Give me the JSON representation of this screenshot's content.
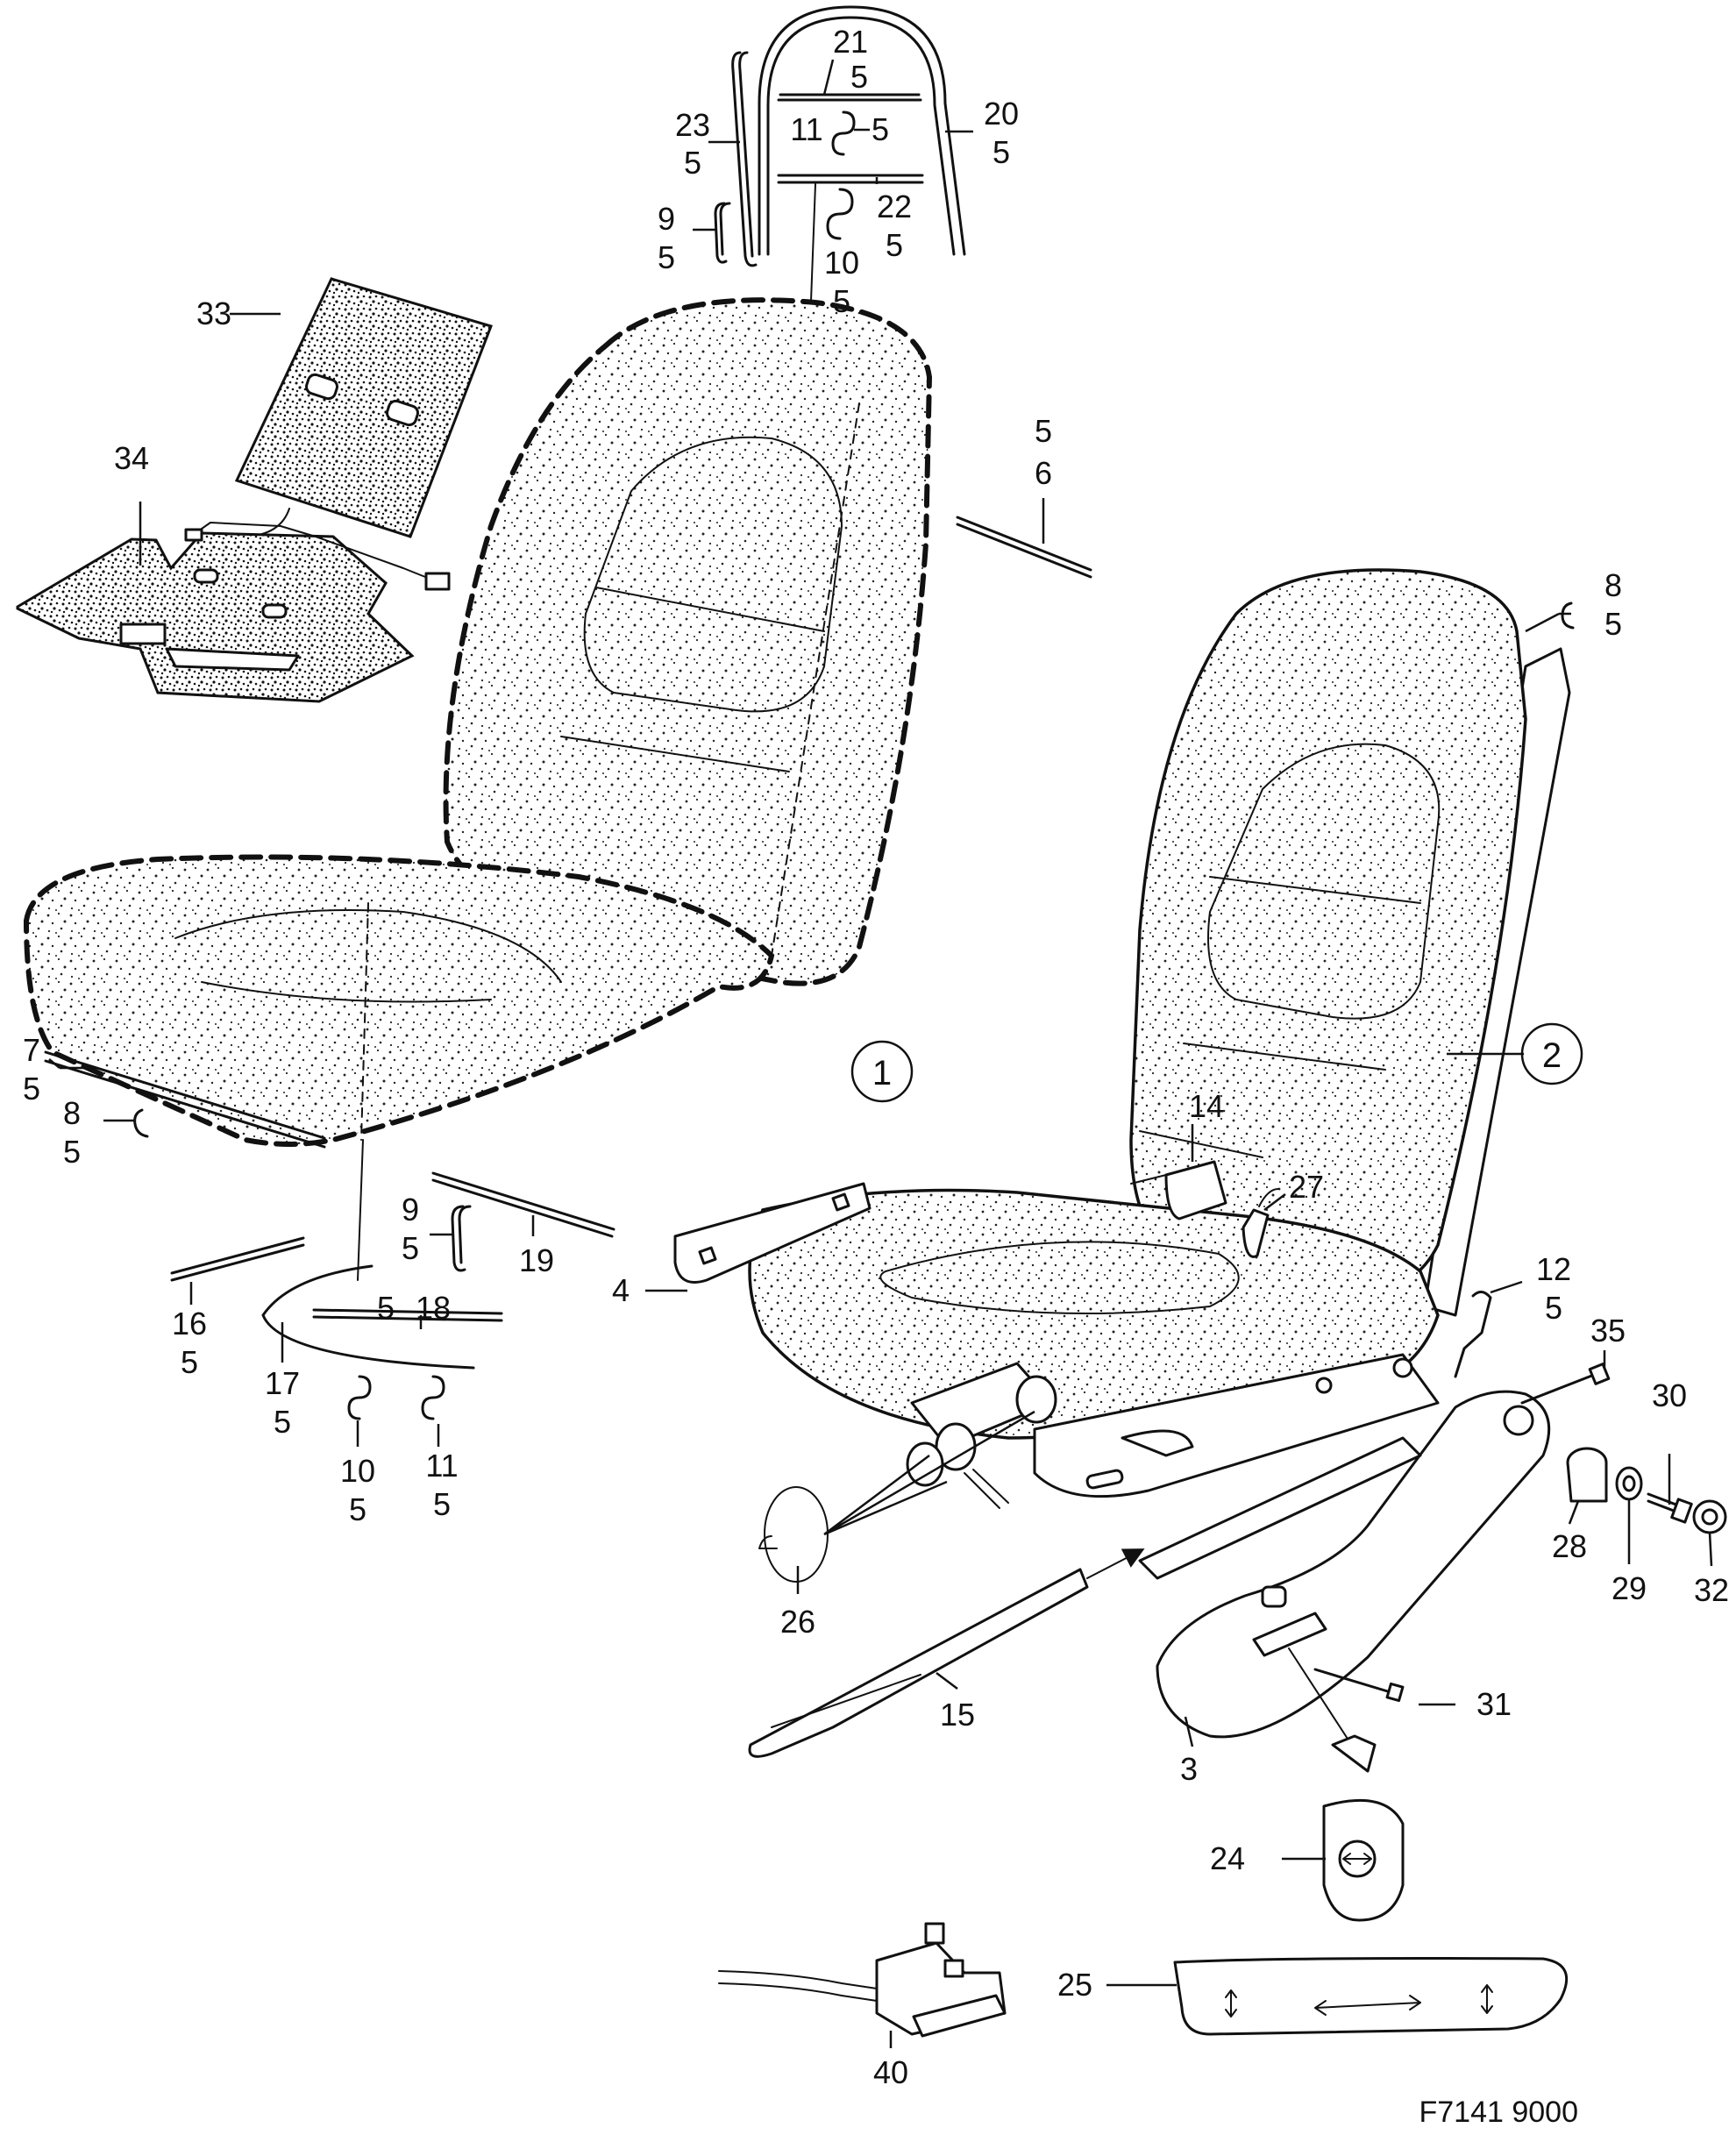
{
  "figure_code": "F7141 9000",
  "assemblies": [
    {
      "id": "assy-1",
      "label": "1"
    },
    {
      "id": "assy-2",
      "label": "2"
    }
  ],
  "callouts": [
    {
      "id": "c21",
      "label": "21"
    },
    {
      "id": "c21q",
      "label": "5"
    },
    {
      "id": "c23",
      "label": "23"
    },
    {
      "id": "c23q",
      "label": "5"
    },
    {
      "id": "c20",
      "label": "20"
    },
    {
      "id": "c20q",
      "label": "5"
    },
    {
      "id": "c11a",
      "label": "11"
    },
    {
      "id": "c11aq",
      "label": "5"
    },
    {
      "id": "c22",
      "label": "22"
    },
    {
      "id": "c22q",
      "label": "5"
    },
    {
      "id": "c9a",
      "label": "9"
    },
    {
      "id": "c9aq",
      "label": "5"
    },
    {
      "id": "c10a",
      "label": "10"
    },
    {
      "id": "c10aq",
      "label": "5"
    },
    {
      "id": "c33",
      "label": "33"
    },
    {
      "id": "c34",
      "label": "34"
    },
    {
      "id": "c5-6",
      "label": "5"
    },
    {
      "id": "c6",
      "label": "6"
    },
    {
      "id": "c8a",
      "label": "8"
    },
    {
      "id": "c8aq",
      "label": "5"
    },
    {
      "id": "c7",
      "label": "7"
    },
    {
      "id": "c7q",
      "label": "5"
    },
    {
      "id": "c8b",
      "label": "8"
    },
    {
      "id": "c8bq",
      "label": "5"
    },
    {
      "id": "c9b",
      "label": "9"
    },
    {
      "id": "c9bq",
      "label": "5"
    },
    {
      "id": "c19",
      "label": "19"
    },
    {
      "id": "c16",
      "label": "16"
    },
    {
      "id": "c16q",
      "label": "5"
    },
    {
      "id": "c18q",
      "label": "5"
    },
    {
      "id": "c18",
      "label": "18"
    },
    {
      "id": "c17",
      "label": "17"
    },
    {
      "id": "c17q",
      "label": "5"
    },
    {
      "id": "c10b",
      "label": "10"
    },
    {
      "id": "c10bq",
      "label": "5"
    },
    {
      "id": "c11b",
      "label": "11"
    },
    {
      "id": "c11bq",
      "label": "5"
    },
    {
      "id": "c4",
      "label": "4"
    },
    {
      "id": "c14",
      "label": "14"
    },
    {
      "id": "c27",
      "label": "27"
    },
    {
      "id": "c12",
      "label": "12"
    },
    {
      "id": "c12q",
      "label": "5"
    },
    {
      "id": "c35",
      "label": "35"
    },
    {
      "id": "c30",
      "label": "30"
    },
    {
      "id": "c28",
      "label": "28"
    },
    {
      "id": "c29",
      "label": "29"
    },
    {
      "id": "c32",
      "label": "32"
    },
    {
      "id": "c26",
      "label": "26"
    },
    {
      "id": "c15",
      "label": "15"
    },
    {
      "id": "c31",
      "label": "31"
    },
    {
      "id": "c3",
      "label": "3"
    },
    {
      "id": "c24",
      "label": "24"
    },
    {
      "id": "c25",
      "label": "25"
    },
    {
      "id": "c40",
      "label": "40"
    }
  ]
}
